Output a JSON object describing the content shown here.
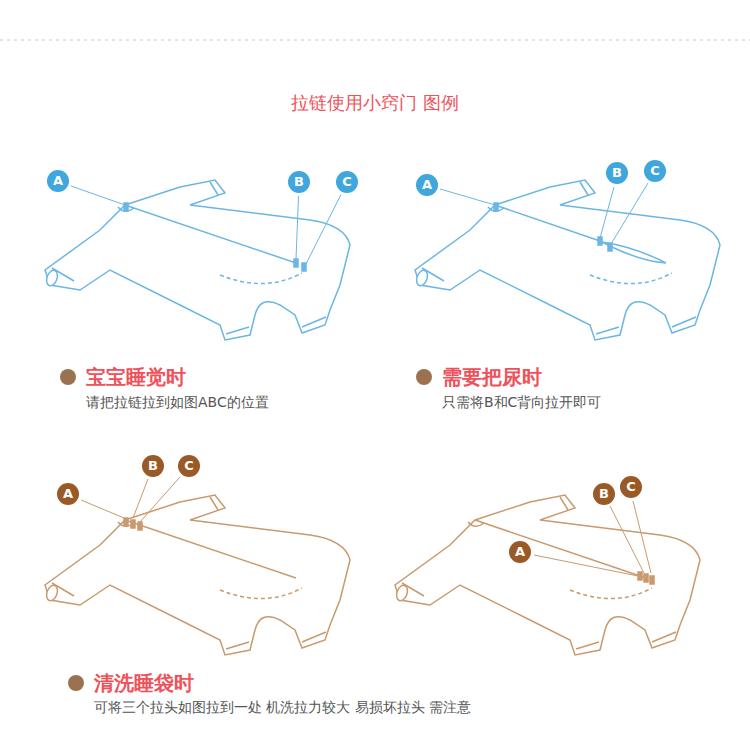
{
  "diagram": {
    "title": "拉链使用小窍门 图例",
    "labels": [
      "A",
      "B",
      "C",
      "A",
      "B",
      "C",
      "宝宝睡觉时",
      "请把拉链拉到如图ABC的位置",
      "需要把尿时",
      "只需将B和C背向拉开即可",
      "A",
      "B",
      "C",
      "A",
      "B",
      "C",
      "清洗睡袋时",
      "可将三个拉头如图拉到一处 机洗拉力较大 易损坏拉头 需注意"
    ]
  }
}
